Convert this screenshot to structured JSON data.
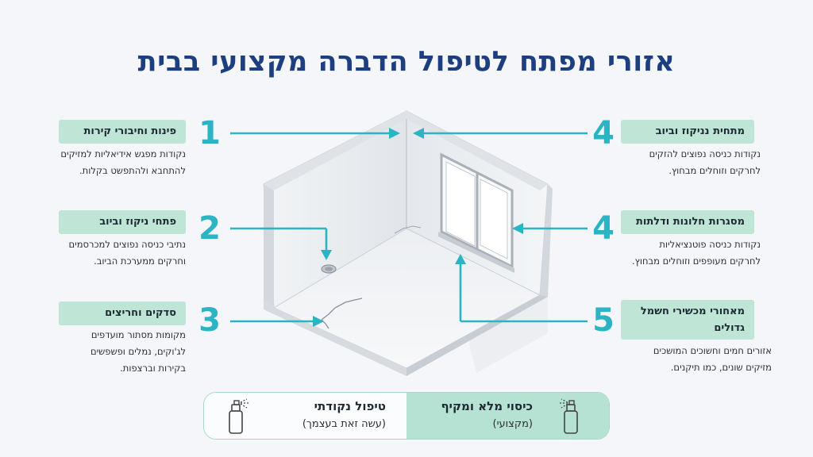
{
  "title": "אזורי מפתח לטיפול הדברה מקצועי בבית",
  "left_items": [
    {
      "number": "1",
      "label": "פינות וחיבורי קירות",
      "desc": [
        "נקודות מפגש אידיאליות למזיקים",
        "להתחבא ולהתפשט בקלות."
      ]
    },
    {
      "number": "2",
      "label": "פתחי ניקוז וביוב",
      "desc": [
        "נתיבי כניסה נפוצים למכרסמים",
        "וחרקים ממערכת הביוב."
      ]
    },
    {
      "number": "3",
      "label": "סדקים וחריצים",
      "desc": [
        "מקומות מסתור מועדפים",
        "לג'וקים, נמלים ופשפשים",
        "בקירות וברצפות."
      ]
    }
  ],
  "right_items": [
    {
      "number": "4",
      "label": "מתחית נניקוז וביוב",
      "desc": [
        "נקודות כניסה נפוצים להזקים",
        "לחרקים וזוחלים מבחוץ."
      ]
    },
    {
      "number": "4",
      "label": "מסגרות חלונות ודלתות",
      "desc": [
        "נקודות כניסה פוטנציאליות",
        "לחרקים מעופפים וזוחלים מבחוץ."
      ]
    },
    {
      "number": "5",
      "label": "מאחורי מכשירי חשמל גדולים",
      "desc": [
        "אזורים חמים וחשוכים המושכים",
        "מזיקים שונים, כמו תיקנים."
      ]
    }
  ],
  "bottom": {
    "full": {
      "title": "כיסוי מלא ומקיף",
      "sub": "(מקצועי)"
    },
    "spot": {
      "title": "טיפול נקודתי",
      "sub": "(עשה זאת בעצמך)"
    }
  },
  "colors": {
    "title": "#1d3f80",
    "accent": "#2bb4c4",
    "label_bg": "#bfe5d6"
  },
  "icons": [
    "spray-can-icon"
  ]
}
